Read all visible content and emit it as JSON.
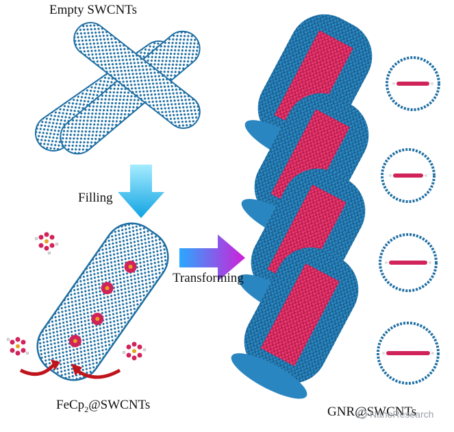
{
  "labels": {
    "empty": "Empty SWCNTs",
    "filling": "Filling",
    "transforming": "Transforming",
    "fecp2": "FeCp",
    "fecp2_sub": "2",
    "fecp2_suffix": "@SWCNTs",
    "gnr": "GNR@SWCNTs"
  },
  "watermark": "NanoResearch",
  "colors": {
    "tube": "#1f6fa3",
    "tube_dark": "#0f4a72",
    "ribbon": "#d0235a",
    "iron": "#e8a020",
    "hydrogen": "#e8e8e8",
    "arrow_down_top": "#9fe9ff",
    "arrow_down_bottom": "#12a8e6",
    "arrow_right_start": "#2aa8ff",
    "arrow_right_end": "#d01fd8",
    "curved_arrow": "#c0141c"
  }
}
